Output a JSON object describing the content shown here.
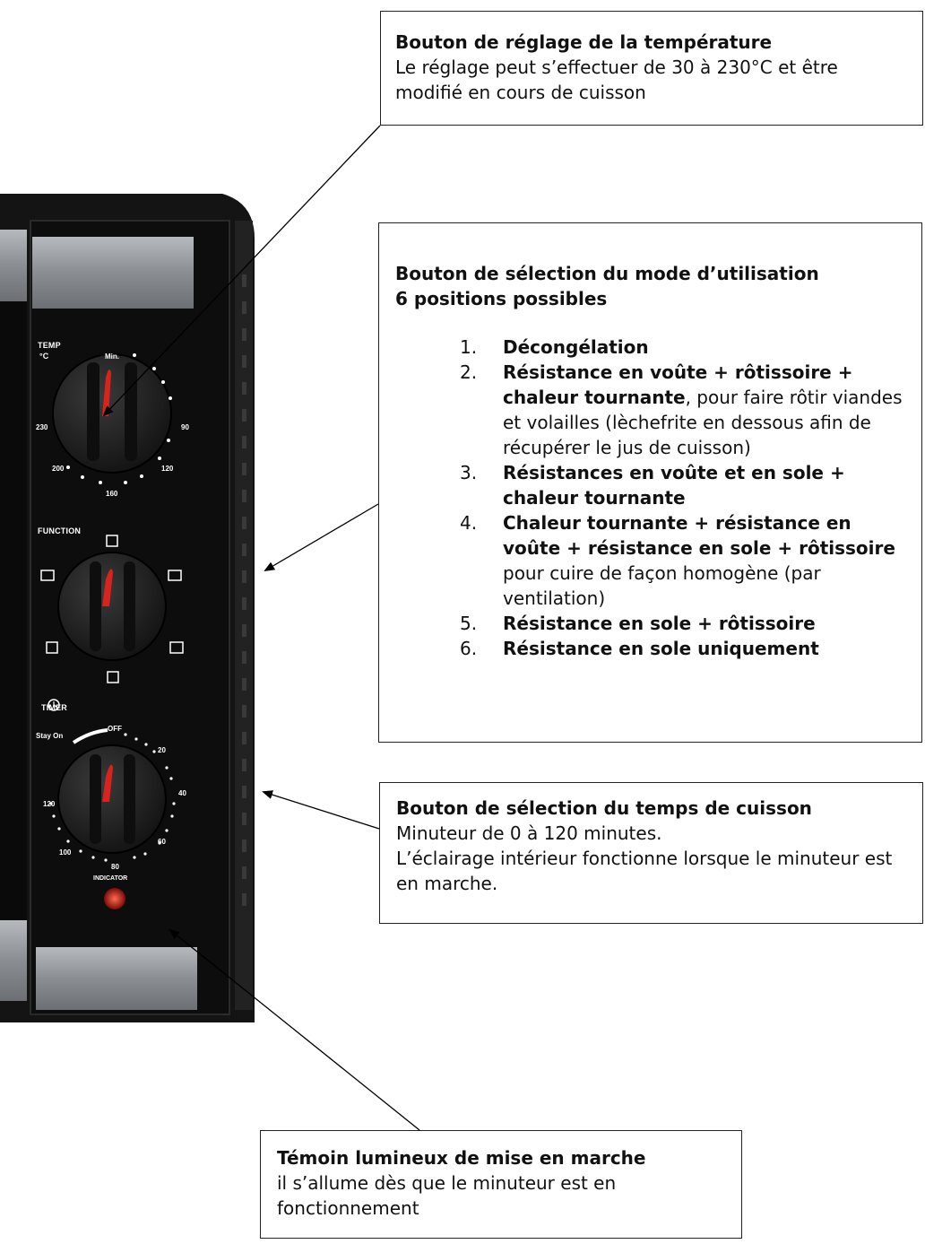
{
  "callouts": {
    "temperature": {
      "title": "Bouton de réglage de la température",
      "text": "Le réglage peut s’effectuer de  30 à 230°C et être modifié en cours de cuisson"
    },
    "mode": {
      "title": "Bouton de sélection du mode d’utilisation",
      "subtitle": "6 positions possibles",
      "items": [
        {
          "num": "1.",
          "bold": "Décongélation",
          "text": ""
        },
        {
          "num": "2.",
          "bold": "Résistance en voûte + rôtissoire + chaleur tournante",
          "text": ", pour faire rôtir viandes et volailles (lèchefrite en dessous afin de récupérer le jus de cuisson)"
        },
        {
          "num": "3.",
          "bold": "Résistances en voûte et en sole + chaleur tournante",
          "text": ""
        },
        {
          "num": "4.",
          "bold": "Chaleur tournante + résistance en voûte + résistance en sole + rôtissoire",
          "text": " pour cuire de façon homogène (par ventilation)"
        },
        {
          "num": "5.",
          "bold": "Résistance en sole + rôtissoire",
          "text": ""
        },
        {
          "num": "6.",
          "bold": "Résistance en sole uniquement",
          "text": ""
        }
      ]
    },
    "timer": {
      "title": "Bouton de sélection du temps de cuisson",
      "line1": "Minuteur de 0 à 120 minutes.",
      "line2": "L’éclairage intérieur fonctionne lorsque le minuteur est en marche."
    },
    "indicator": {
      "title": "Témoin lumineux de mise en marche",
      "text": "il s’allume dès que le minuteur est en fonctionnement"
    }
  },
  "panel": {
    "temp_label": "TEMP",
    "temp_unit": "°C",
    "temp_scale": [
      "Min.",
      "90",
      "120",
      "160",
      "200",
      "230"
    ],
    "function_label": "FUNCTION",
    "timer_label": "TIMER",
    "timer_scale": [
      "OFF",
      "Stay On",
      "20",
      "40",
      "60",
      "80",
      "100",
      "120"
    ],
    "indicator_label": "INDICATOR"
  },
  "colors": {
    "panel": "#0d0d0d",
    "knob": "#1e1e1e",
    "pointer": "#d8241c",
    "indicator_light": "#c01a12",
    "trim": "#8a8d92"
  }
}
